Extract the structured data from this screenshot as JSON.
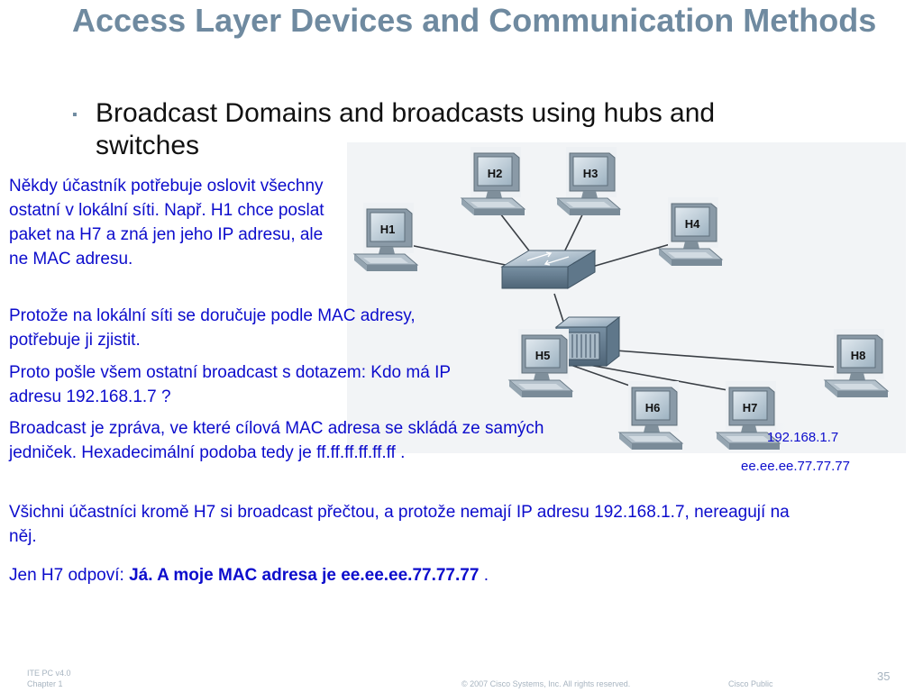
{
  "slide": {
    "title": "Access Layer Devices and Communication Methods",
    "bullet": "Broadcast Domains and broadcasts using hubs and switches"
  },
  "paragraphs": {
    "p1": "Někdy účastník potřebuje oslovit všechny ostatní v lokální síti. Např. H1 chce poslat paket na H7 a zná jen jeho IP adresu, ale ne MAC adresu.",
    "p2": "Protože na lokální síti se doručuje podle MAC adresy, potřebuje ji zjistit.",
    "p3": "Proto pošle všem ostatní broadcast s dotazem: Kdo má IP adresu 192.168.1.7 ?",
    "p4": "Broadcast je zpráva, ve které cílová MAC adresa se skládá ze samých jedniček. Hexadecimální podoba tedy je ff.ff.ff.ff.ff.ff .",
    "p5": "Všichni účastníci kromě H7 si broadcast přečtou, a protože nemají IP adresu 192.168.1.7, nereagují na něj.",
    "p6_prefix": "Jen H7 odpoví: ",
    "p6_bold": "Já. A moje MAC adresa je ee.ee.ee.77.77.77",
    "p6_suffix": " ."
  },
  "diagram": {
    "hosts": {
      "h1": "H1",
      "h2": "H2",
      "h3": "H3",
      "h4": "H4",
      "h5": "H5",
      "h6": "H6",
      "h7": "H7",
      "h8": "H8"
    },
    "h7_ip": "192.168.1.7",
    "h7_mac": "ee.ee.ee.77.77.77"
  },
  "footer": {
    "course": "ITE PC v4.0",
    "chapter": "Chapter 1",
    "copyright": "© 2007 Cisco Systems, Inc. All rights reserved.",
    "classification": "Cisco Public",
    "page": "35"
  }
}
